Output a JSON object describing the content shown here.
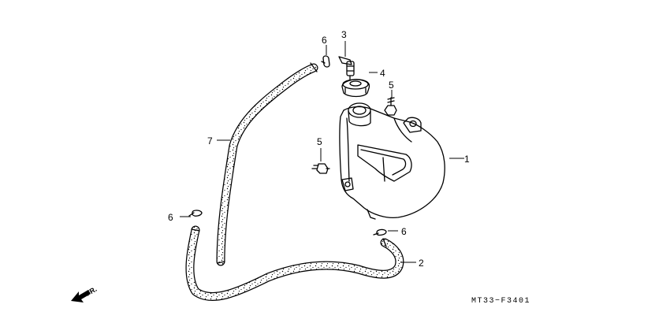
{
  "labels": {
    "tank": "1",
    "hose_lower": "2",
    "overflow_tube": "3",
    "cap": "4",
    "bolt_upper": "5",
    "bolt_left": "5",
    "clip_top": "6",
    "clip_left": "6",
    "clip_right": "6",
    "hose_upper": "7"
  },
  "drawing_code": "MT33−F3401",
  "front_marker": "FR.",
  "colors": {
    "line": "#000000",
    "hose_fill": "#ffffff",
    "background": "#ffffff"
  }
}
